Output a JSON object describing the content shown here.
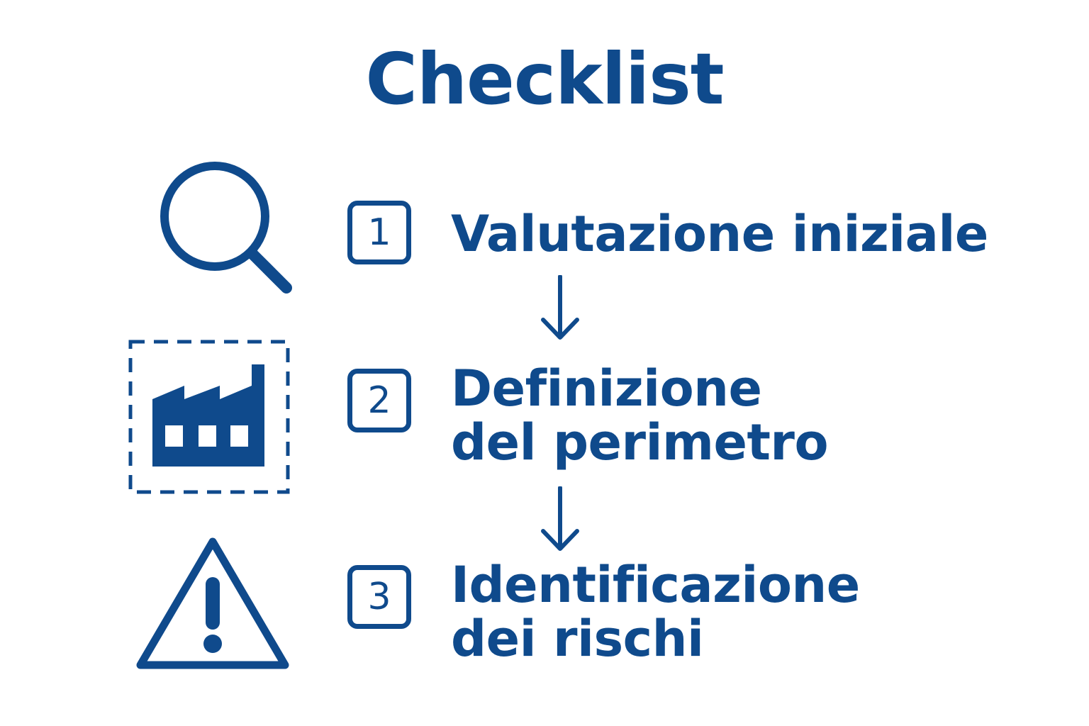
{
  "title": "Checklist",
  "steps": [
    {
      "number": "1",
      "lines": [
        "Valutazione iniziale"
      ],
      "icon": "magnifying-glass-icon"
    },
    {
      "number": "2",
      "lines": [
        "Definizione",
        "del perimetro"
      ],
      "icon": "factory-icon"
    },
    {
      "number": "3",
      "lines": [
        "Identificazione",
        "dei rischi"
      ],
      "icon": "warning-icon"
    }
  ],
  "colors": {
    "primary": "#0f4a8c",
    "background": "#ffffff"
  }
}
